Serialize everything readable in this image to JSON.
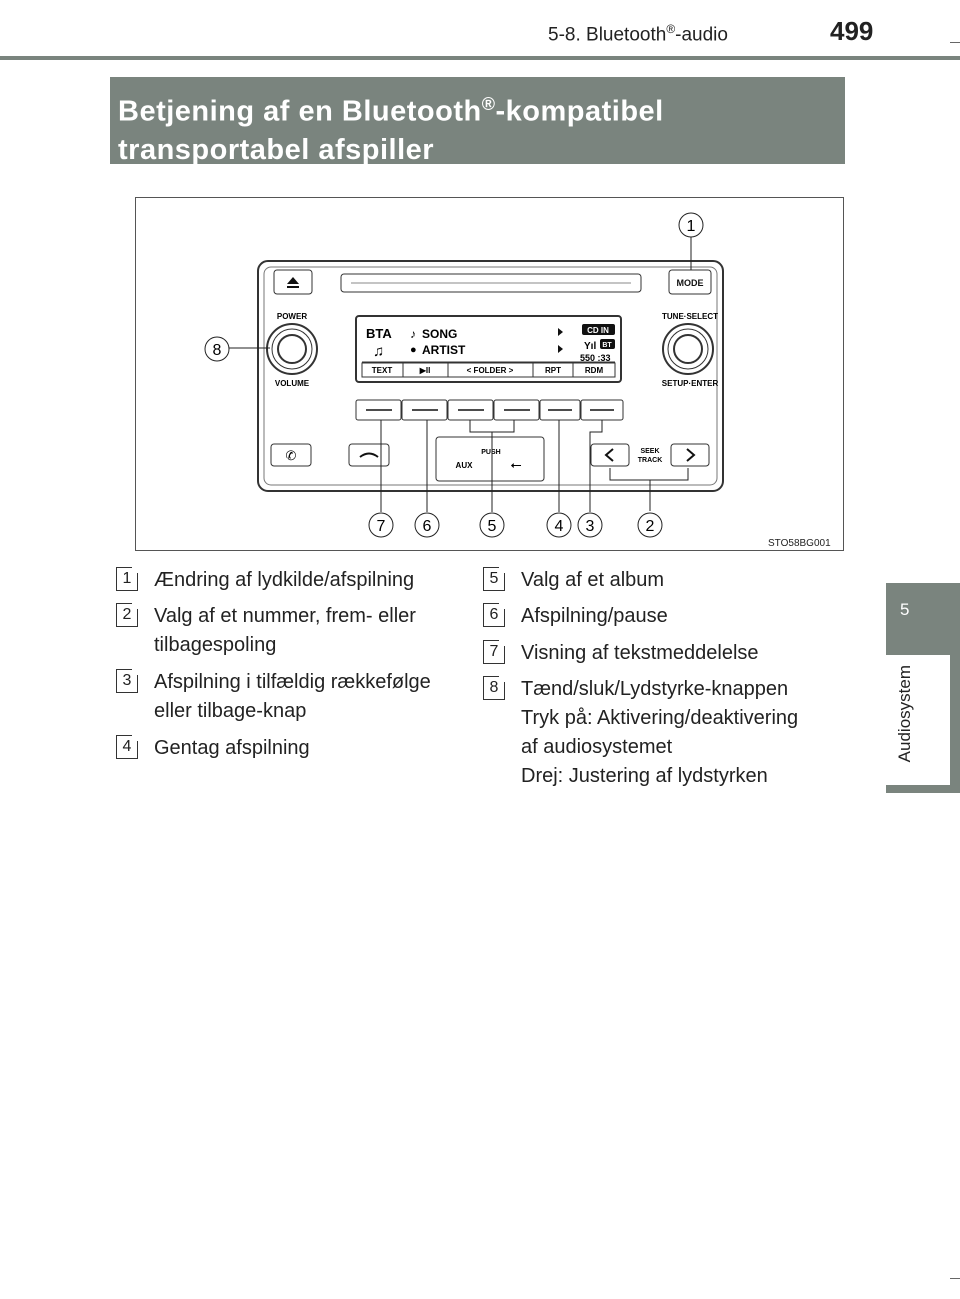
{
  "header": {
    "section_prefix": "5-8. Bluetooth",
    "section_reg": "®",
    "section_suffix": "-audio",
    "page_number": "499"
  },
  "side_tab": {
    "chapter_number": "5",
    "chapter_label": "Audiosystem"
  },
  "title": {
    "line1_prefix": "Betjening af en Bluetooth",
    "line1_reg": "®",
    "line1_suffix": "-kompatibel",
    "line2": "transportabel afspiller"
  },
  "figure": {
    "code": "STO58BG001",
    "panel": {
      "power_label": "POWER",
      "volume_label": "VOLUME",
      "mode_label": "MODE",
      "tune_label": "TUNE·SELECT",
      "setup_label": "SETUP·ENTER",
      "push_label": "PUSH",
      "aux_label": "AUX",
      "seek_label": "SEEK",
      "track_label": "TRACK",
      "display": {
        "source": "BTA",
        "song": "SONG",
        "artist": "ARTIST",
        "cdin": "CD IN",
        "bt": "BT",
        "time": "550 :33",
        "softkeys": [
          "TEXT",
          "▶II",
          "< FOLDER >",
          "RPT",
          "RDM"
        ]
      }
    },
    "callouts": [
      "1",
      "2",
      "3",
      "4",
      "5",
      "6",
      "7",
      "8"
    ]
  },
  "descriptions": {
    "left": [
      {
        "num": "1",
        "lines": [
          "Ændring af lydkilde/afspilning"
        ]
      },
      {
        "num": "2",
        "lines": [
          "Valg af et nummer, frem- eller",
          "tilbagespoling"
        ]
      },
      {
        "num": "3",
        "lines": [
          "Afspilning i tilfældig rækkefølge",
          "eller tilbage-knap"
        ]
      },
      {
        "num": "4",
        "lines": [
          "Gentag afspilning"
        ]
      }
    ],
    "right": [
      {
        "num": "5",
        "lines": [
          "Valg af et album"
        ]
      },
      {
        "num": "6",
        "lines": [
          "Afspilning/pause"
        ]
      },
      {
        "num": "7",
        "lines": [
          "Visning af tekstmeddelelse"
        ]
      },
      {
        "num": "8",
        "lines": [
          "Tænd/sluk/Lydstyrke-knappen",
          "Tryk på: Aktivering/deaktivering",
          "af audiosystemet",
          "Drej: Justering af lydstyrken"
        ]
      }
    ]
  }
}
